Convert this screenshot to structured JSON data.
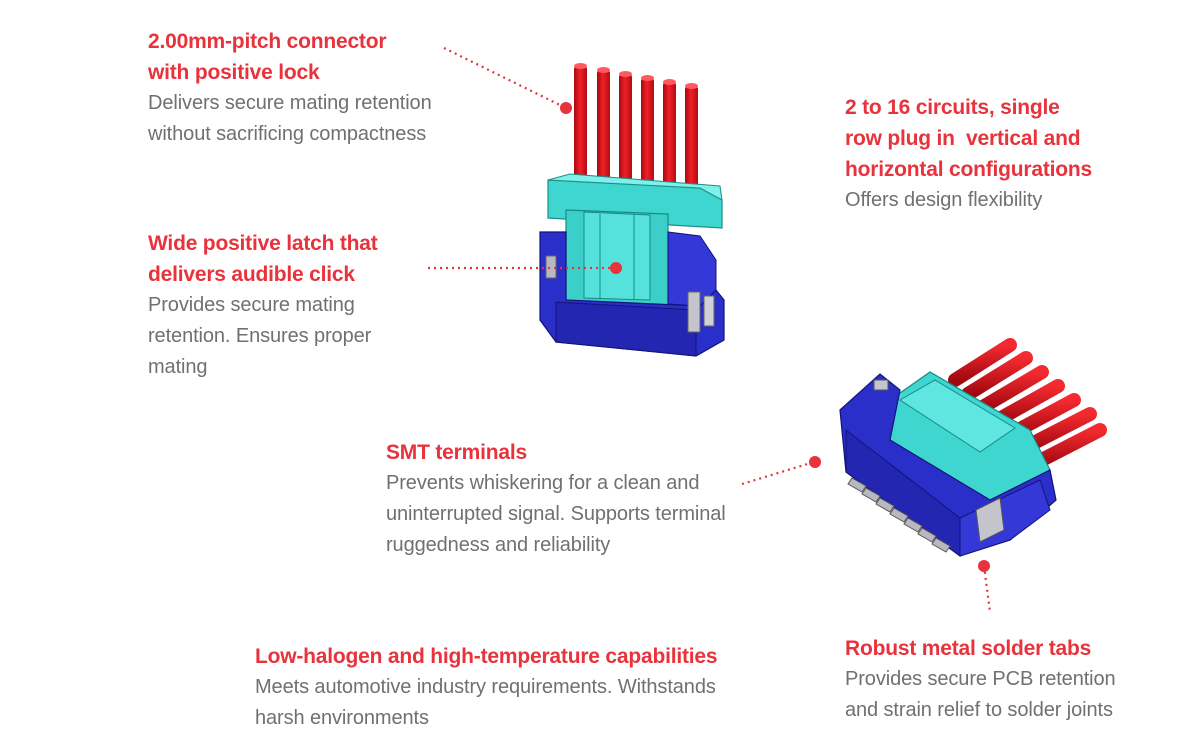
{
  "callouts": {
    "pitch": {
      "title_1": "2.00mm-pitch connector",
      "title_2": "with positive lock",
      "desc_1": "Delivers secure mating retention",
      "desc_2": "without sacrificing compactness"
    },
    "circuits": {
      "title_1": "2 to 16 circuits, single",
      "title_2": "row plug in  vertical and",
      "title_3": "horizontal configurations",
      "desc_1": "Offers design flexibility"
    },
    "latch": {
      "title_1": "Wide positive latch that",
      "title_2": "delivers audible click",
      "desc_1": "Provides secure mating",
      "desc_2": "retention. Ensures proper",
      "desc_3": "mating"
    },
    "smt": {
      "title_1": "SMT terminals",
      "desc_1": "Prevents whiskering for a clean and",
      "desc_2": "uninterrupted signal. Supports terminal",
      "desc_3": "ruggedness and reliability"
    },
    "halogen": {
      "title_1": "Low-halogen and high-temperature capabilities",
      "desc_1": "Meets automotive industry requirements. Withstands",
      "desc_2": "harsh environments"
    },
    "tabs": {
      "title_1": "Robust metal solder tabs",
      "desc_1": "Provides secure PCB retention",
      "desc_2": "and strain relief to solder joints"
    }
  },
  "colors": {
    "accent_red": "#e8323c",
    "body_gray": "#707070",
    "housing_blue": "#2b2fc9",
    "latch_cyan": "#3fd6d0",
    "wire_red": "#e0141c"
  },
  "illustrations": [
    "vertical-connector-image",
    "horizontal-connector-image"
  ]
}
